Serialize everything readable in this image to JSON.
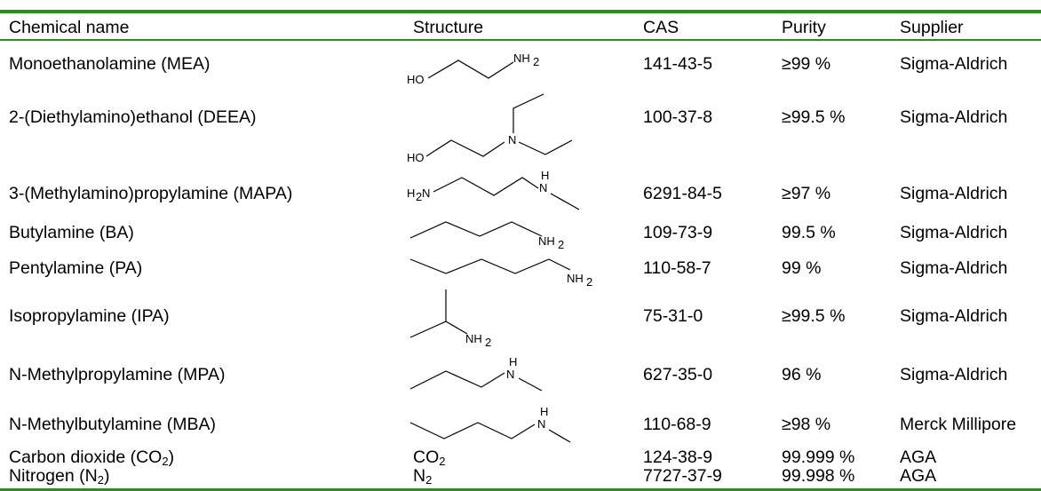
{
  "table": {
    "headers": {
      "name": "Chemical name",
      "structure": "Structure",
      "cas": "CAS",
      "purity": "Purity",
      "supplier": "Supplier"
    },
    "rows": [
      {
        "name": "Monoethanolamine (MEA)",
        "cas": "141-43-5",
        "purity": "≥99 %",
        "supplier": "Sigma-Aldrich"
      },
      {
        "name": "2-(Diethylamino)ethanol (DEEA)",
        "cas": "100-37-8",
        "purity": "≥99.5 %",
        "supplier": "Sigma-Aldrich"
      },
      {
        "name": "3-(Methylamino)propylamine (MAPA)",
        "cas": "6291-84-5",
        "purity": "≥97 %",
        "supplier": "Sigma-Aldrich"
      },
      {
        "name": "Butylamine (BA)",
        "cas": "109-73-9",
        "purity": "99.5 %",
        "supplier": "Sigma-Aldrich"
      },
      {
        "name": "Pentylamine (PA)",
        "cas": "110-58-7",
        "purity": "99 %",
        "supplier": "Sigma-Aldrich"
      },
      {
        "name": "Isopropylamine (IPA)",
        "cas": "75-31-0",
        "purity": "≥99.5 %",
        "supplier": "Sigma-Aldrich"
      },
      {
        "name": "N-Methylpropylamine (MPA)",
        "cas": "627-35-0",
        "purity": "96 %",
        "supplier": "Sigma-Aldrich"
      },
      {
        "name": "N-Methylbutylamine (MBA)",
        "cas": "110-68-9",
        "purity": "≥98 %",
        "supplier": "Merck Millipore"
      },
      {
        "name_prefix": "Carbon dioxide (CO",
        "name_sub": "2",
        "name_suffix": ")",
        "structure_main": "CO",
        "structure_sub": "2",
        "cas": "124-38-9",
        "purity": "99.999 %",
        "supplier": "AGA"
      },
      {
        "name_prefix": "Nitrogen (N",
        "name_sub": "2",
        "name_suffix": ")",
        "structure_main": "N",
        "structure_sub": "2",
        "cas": "7727-37-9",
        "purity": "99.998 %",
        "supplier": "AGA"
      }
    ]
  },
  "structure_labels": {
    "nh2": "NH",
    "sub2": "2",
    "ho": "HO",
    "h2n_h": "H",
    "h2n_sub": "2",
    "h2n_n": "N",
    "n": "N",
    "h": "H"
  },
  "colors": {
    "rule": "#2e8b1f"
  }
}
